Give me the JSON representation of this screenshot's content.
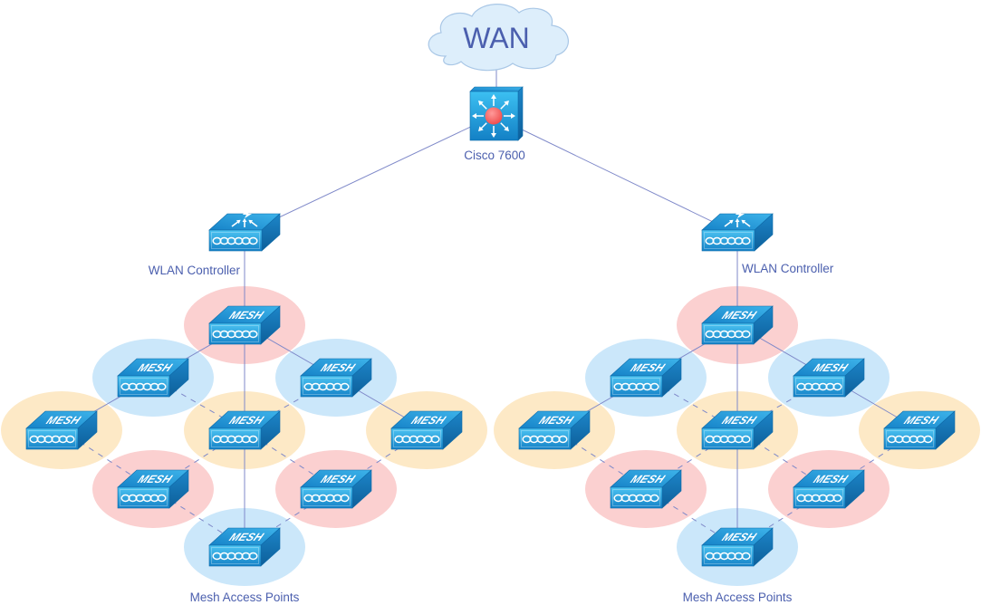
{
  "diagram": {
    "wan": {
      "label": "WAN",
      "icon": "cloud-icon"
    },
    "core_switch": {
      "label": "Cisco 7600",
      "icon": "layer3-switch-icon"
    },
    "core_links": [
      {
        "from": "wan",
        "to": "core_switch",
        "style": "solid"
      },
      {
        "from": "core_switch",
        "to": "controller-0",
        "style": "solid"
      },
      {
        "from": "core_switch",
        "to": "controller-1",
        "style": "solid"
      }
    ],
    "clusters": [
      {
        "controller": {
          "label": "WLAN Controller",
          "icon": "wlan-controller-icon"
        },
        "access_points_label": "Mesh Access Points",
        "ap_text": "MESH",
        "nodes": [
          {
            "id": "top",
            "zone": "red"
          },
          {
            "id": "upper-left",
            "zone": "blue"
          },
          {
            "id": "upper-right",
            "zone": "blue"
          },
          {
            "id": "far-left",
            "zone": "yellow"
          },
          {
            "id": "center",
            "zone": "yellow"
          },
          {
            "id": "far-right",
            "zone": "yellow"
          },
          {
            "id": "lower-left",
            "zone": "red"
          },
          {
            "id": "lower-right",
            "zone": "red"
          },
          {
            "id": "bottom",
            "zone": "blue"
          }
        ],
        "links": [
          {
            "from": "controller",
            "to": "top",
            "style": "solid"
          },
          {
            "from": "top",
            "to": "upper-left",
            "style": "solid"
          },
          {
            "from": "top",
            "to": "upper-right",
            "style": "solid"
          },
          {
            "from": "top",
            "to": "center",
            "style": "solid"
          },
          {
            "from": "upper-left",
            "to": "far-left",
            "style": "solid"
          },
          {
            "from": "upper-right",
            "to": "far-right",
            "style": "solid"
          },
          {
            "from": "center",
            "to": "bottom",
            "style": "solid"
          },
          {
            "from": "upper-left",
            "to": "center",
            "style": "dashed"
          },
          {
            "from": "upper-right",
            "to": "center",
            "style": "dashed"
          },
          {
            "from": "far-left",
            "to": "lower-left",
            "style": "dashed"
          },
          {
            "from": "center",
            "to": "lower-left",
            "style": "dashed"
          },
          {
            "from": "center",
            "to": "lower-right",
            "style": "dashed"
          },
          {
            "from": "far-right",
            "to": "lower-right",
            "style": "dashed"
          },
          {
            "from": "lower-left",
            "to": "bottom",
            "style": "dashed"
          },
          {
            "from": "lower-right",
            "to": "bottom",
            "style": "dashed"
          }
        ]
      },
      {
        "controller": {
          "label": "WLAN Controller",
          "icon": "wlan-controller-icon"
        },
        "access_points_label": "Mesh Access Points",
        "ap_text": "MESH",
        "nodes": [
          {
            "id": "top",
            "zone": "red"
          },
          {
            "id": "upper-left",
            "zone": "blue"
          },
          {
            "id": "upper-right",
            "zone": "blue"
          },
          {
            "id": "far-left",
            "zone": "yellow"
          },
          {
            "id": "center",
            "zone": "yellow"
          },
          {
            "id": "far-right",
            "zone": "yellow"
          },
          {
            "id": "lower-left",
            "zone": "red"
          },
          {
            "id": "lower-right",
            "zone": "red"
          },
          {
            "id": "bottom",
            "zone": "blue"
          }
        ],
        "links": [
          {
            "from": "controller",
            "to": "top",
            "style": "solid"
          },
          {
            "from": "top",
            "to": "upper-left",
            "style": "solid"
          },
          {
            "from": "top",
            "to": "upper-right",
            "style": "solid"
          },
          {
            "from": "top",
            "to": "center",
            "style": "solid"
          },
          {
            "from": "upper-left",
            "to": "far-left",
            "style": "solid"
          },
          {
            "from": "upper-right",
            "to": "far-right",
            "style": "solid"
          },
          {
            "from": "center",
            "to": "bottom",
            "style": "solid"
          },
          {
            "from": "upper-left",
            "to": "center",
            "style": "dashed"
          },
          {
            "from": "upper-right",
            "to": "center",
            "style": "dashed"
          },
          {
            "from": "far-left",
            "to": "lower-left",
            "style": "dashed"
          },
          {
            "from": "center",
            "to": "lower-left",
            "style": "dashed"
          },
          {
            "from": "center",
            "to": "lower-right",
            "style": "dashed"
          },
          {
            "from": "far-right",
            "to": "lower-right",
            "style": "dashed"
          },
          {
            "from": "lower-left",
            "to": "bottom",
            "style": "dashed"
          },
          {
            "from": "lower-right",
            "to": "bottom",
            "style": "dashed"
          }
        ]
      }
    ],
    "colors": {
      "zone_red": "#fbd0d0",
      "zone_blue": "#cbe7fa",
      "zone_yellow": "#fde9c6",
      "link": "#7f89c9",
      "label_text": "#4b5fae",
      "cloud_fill": "#ddeefb",
      "cloud_stroke": "#a9c7e6",
      "device_light": "#45c0f0",
      "device_dark": "#1380c5",
      "device_edge": "#0e6aa8",
      "core_alarm": "#f25757"
    }
  }
}
